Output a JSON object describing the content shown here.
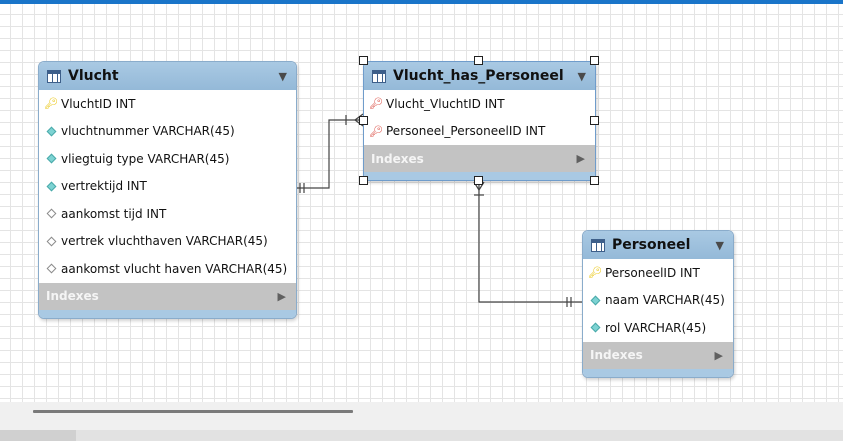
{
  "colors": {
    "accent": "#1a75c9",
    "header": "#a9c9e3",
    "indexes_bg": "#c3c3c3",
    "connector": "#444444"
  },
  "tables": {
    "vlucht": {
      "name": "Vlucht",
      "columns": [
        {
          "label": "VluchtID INT",
          "icon": "primary-key-icon"
        },
        {
          "label": "vluchtnummer VARCHAR(45)",
          "icon": "non-null-column-icon"
        },
        {
          "label": "vliegtuig type VARCHAR(45)",
          "icon": "non-null-column-icon"
        },
        {
          "label": "vertrektijd INT",
          "icon": "non-null-column-icon"
        },
        {
          "label": "aankomst tijd INT",
          "icon": "nullable-column-icon"
        },
        {
          "label": "vertrek vluchthaven VARCHAR(45)",
          "icon": "nullable-column-icon"
        },
        {
          "label": "aankomst vlucht haven VARCHAR(45)",
          "icon": "nullable-column-icon"
        }
      ],
      "indexes_label": "Indexes"
    },
    "vlucht_has_personeel": {
      "name": "Vlucht_has_Personeel",
      "columns": [
        {
          "label": "Vlucht_VluchtID INT",
          "icon": "foreign-primary-key-icon"
        },
        {
          "label": "Personeel_PersoneelID INT",
          "icon": "foreign-primary-key-icon"
        }
      ],
      "indexes_label": "Indexes"
    },
    "personeel": {
      "name": "Personeel",
      "columns": [
        {
          "label": "PersoneelID INT",
          "icon": "primary-key-icon"
        },
        {
          "label": "naam VARCHAR(45)",
          "icon": "non-null-column-icon"
        },
        {
          "label": "rol VARCHAR(45)",
          "icon": "non-null-column-icon"
        }
      ],
      "indexes_label": "Indexes"
    }
  }
}
